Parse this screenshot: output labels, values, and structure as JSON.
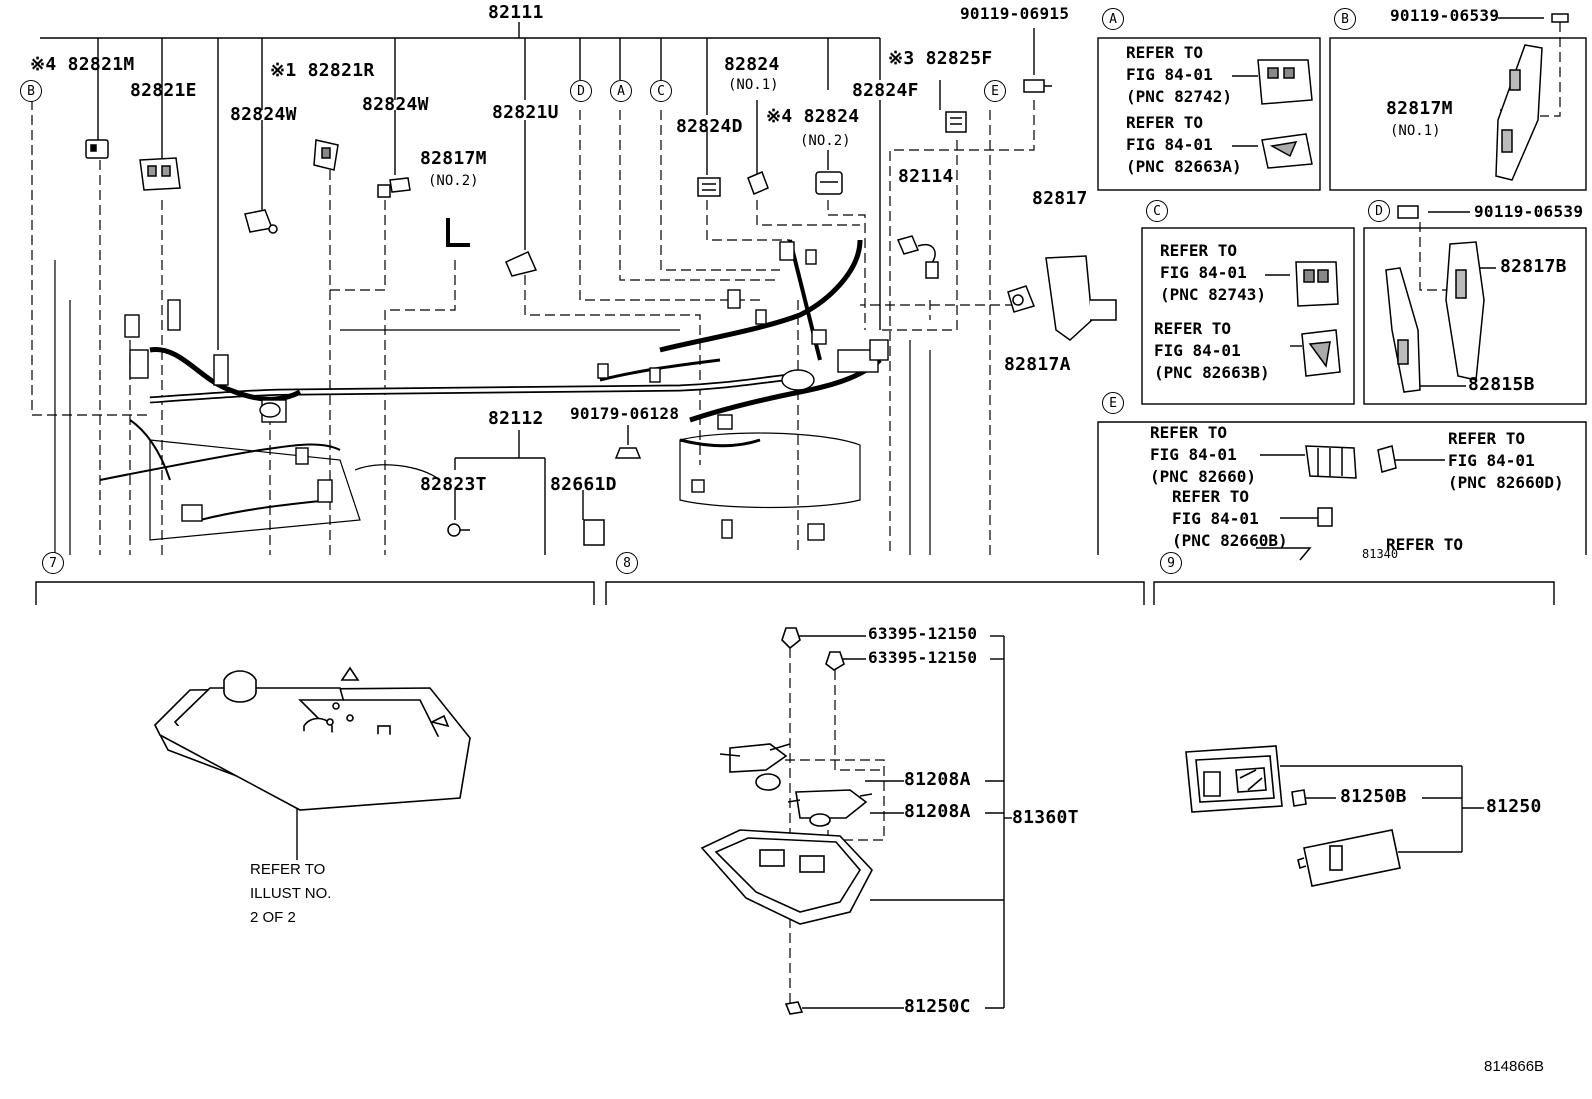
{
  "top_labels": {
    "l82111": "82111",
    "l90119_06915": "90119-06915",
    "l82821M": "※4 82821M",
    "l82821E": "82821E",
    "l82821R": "※1 82821R",
    "l82824W_a": "82824W",
    "l82824W_b": "82824W",
    "l82821U": "82821U",
    "l82817M": "82817M",
    "l82817M_sub": "(NO.2)",
    "l82824_1": "82824",
    "l82824_1_sub": "(NO.1)",
    "l82824D": "82824D",
    "l82824_2": "※4 82824",
    "l82824_2_sub": "(NO.2)",
    "l82825F": "※3 82825F",
    "l82824F": "82824F",
    "l82114": "82114",
    "l82817": "82817",
    "l82817A": "82817A",
    "l82112": "82112",
    "l90179_06128": "90179-06128",
    "l82823T": "82823T",
    "l82661D": "82661D"
  },
  "circle_markers": {
    "B_left": "B",
    "D": "D",
    "A": "A",
    "C": "C",
    "E": "E",
    "box_A": "A",
    "box_B": "B",
    "box_C": "C",
    "box_D": "D",
    "box_E": "E",
    "s7": "7",
    "s8": "8",
    "s9": "9"
  },
  "box_A": {
    "ref1": "REFER TO\nFIG 84-01\n(PNC 82742)",
    "ref2": "REFER TO\nFIG 84-01\n(PNC 82663A)"
  },
  "box_B": {
    "bolt": "90119-06539",
    "part": "82817M",
    "part_sub": "(NO.1)"
  },
  "box_C": {
    "ref1": "REFER TO\nFIG 84-01\n(PNC 82743)",
    "ref2": "REFER TO\nFIG 84-01\n(PNC 82663B)"
  },
  "box_D": {
    "bolt": "90119-06539",
    "part1": "82817B",
    "part2": "82815B"
  },
  "box_E": {
    "ref1": "REFER TO\nFIG 84-01\n(PNC 82660)",
    "ref2": "REFER TO\nFIG 84-01\n(PNC 82660D)",
    "ref3": "REFER TO\nFIG 84-01\n(PNC 82660B)",
    "ref4": "REFER TO",
    "ref_partial": "81340"
  },
  "section7": {
    "note": "REFER TO\nILLUST NO.\n2 OF 2"
  },
  "section8": {
    "clip1": "63395-12150",
    "clip2": "63395-12150",
    "socket1": "81208A",
    "socket2": "81208A",
    "assembly": "81360T",
    "bulb": "81250C"
  },
  "section9": {
    "bulb": "81250B",
    "assembly": "81250"
  },
  "illustration_code": "814866B"
}
